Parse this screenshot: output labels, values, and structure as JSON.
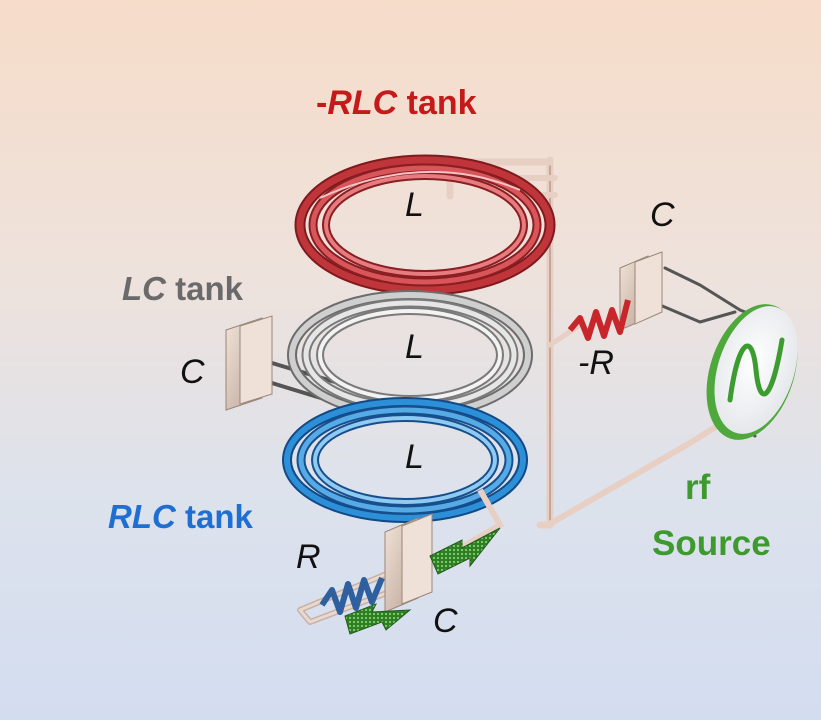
{
  "labels": {
    "neg_rlc_prefix": "-",
    "neg_rlc_italic": "RLC",
    "neg_rlc_suffix": " tank",
    "lc_italic": "LC",
    "lc_suffix": " tank",
    "rlc_italic": "RLC",
    "rlc_suffix": " tank",
    "rf_line1": "rf",
    "rf_line2": "Source",
    "inductor_top": "L",
    "inductor_middle": "L",
    "inductor_bottom": "L",
    "capacitor_top_right": "C",
    "capacitor_left": "C",
    "capacitor_bottom": "C",
    "neg_resistor": "-R",
    "resistor": "R"
  },
  "colors": {
    "neg_rlc": "#c41a1a",
    "lc": "#6a6a6a",
    "rlc": "#1f6ed1",
    "rf": "#3e9a2e",
    "coil_red": "#c0353a",
    "coil_gray": "#b9b9b9",
    "coil_blue": "#2c8fd8",
    "wire": "#e8cfc4"
  },
  "icons": [
    "sine-wave-icon",
    "excitation-arrow-icon",
    "resistor-zigzag-icon",
    "capacitor-plate-icon"
  ]
}
